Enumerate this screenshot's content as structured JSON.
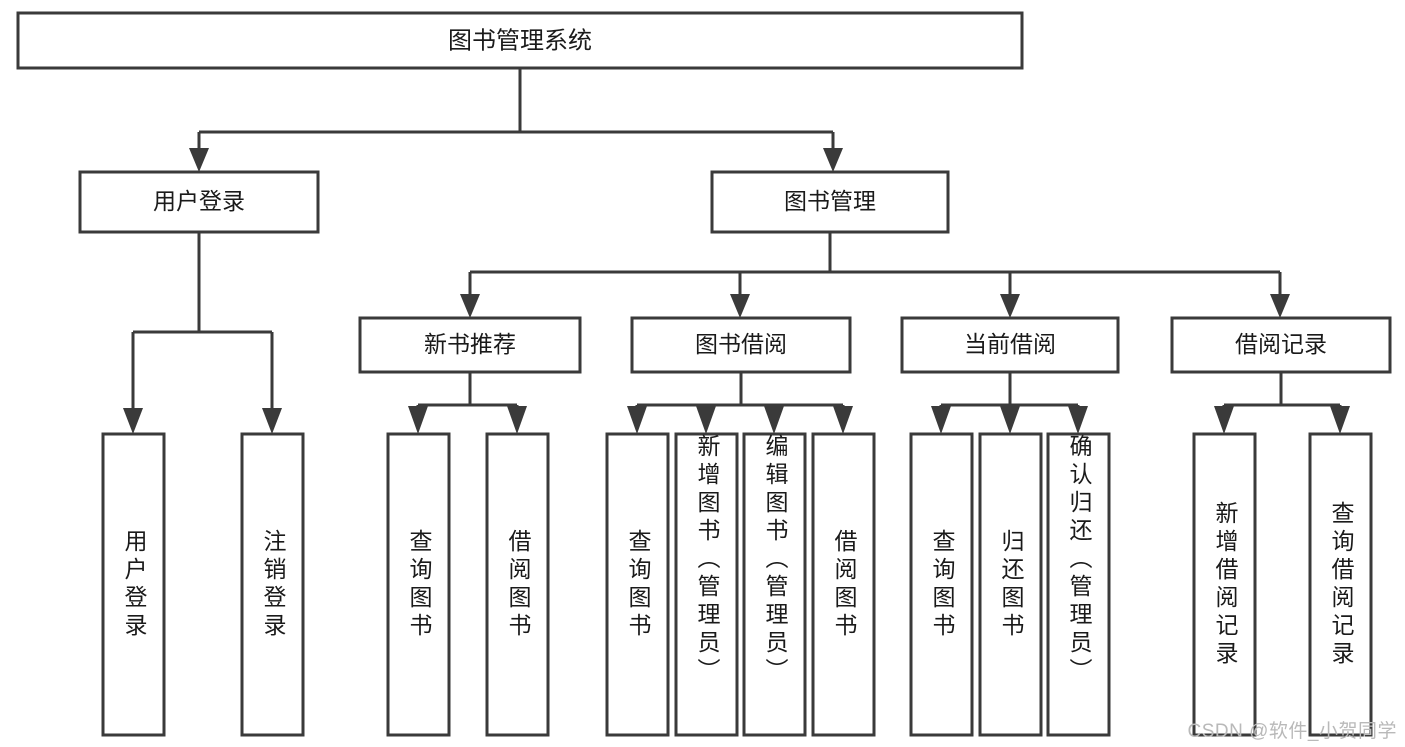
{
  "diagram": {
    "type": "tree-hierarchy-chart",
    "title": "图书管理系统",
    "watermark": "CSDN @软件_小贺同学",
    "colors": {
      "stroke": "#3a3a3a",
      "fill": "#ffffff",
      "text": "#1a1a1a",
      "watermark": "#b9b9b9"
    },
    "root": {
      "label": "图书管理系统"
    },
    "level2": [
      {
        "label": "用户登录"
      },
      {
        "label": "图书管理"
      }
    ],
    "level3": [
      {
        "label": "新书推荐"
      },
      {
        "label": "图书借阅"
      },
      {
        "label": "当前借阅"
      },
      {
        "label": "借阅记录"
      }
    ],
    "leaves": {
      "user_login": [
        {
          "label": "用户登录"
        },
        {
          "label": "注销登录"
        }
      ],
      "new_book_recommend": [
        {
          "label": "查询图书"
        },
        {
          "label": "借阅图书"
        }
      ],
      "book_borrow": [
        {
          "label": "查询图书"
        },
        {
          "label": "新增图书（管理员）"
        },
        {
          "label": "编辑图书（管理员）"
        },
        {
          "label": "借阅图书"
        }
      ],
      "current_borrow": [
        {
          "label": "查询图书"
        },
        {
          "label": "归还图书"
        },
        {
          "label": "确认归还（管理员）"
        }
      ],
      "borrow_records": [
        {
          "label": "新增借阅记录"
        },
        {
          "label": "查询借阅记录"
        }
      ]
    }
  }
}
